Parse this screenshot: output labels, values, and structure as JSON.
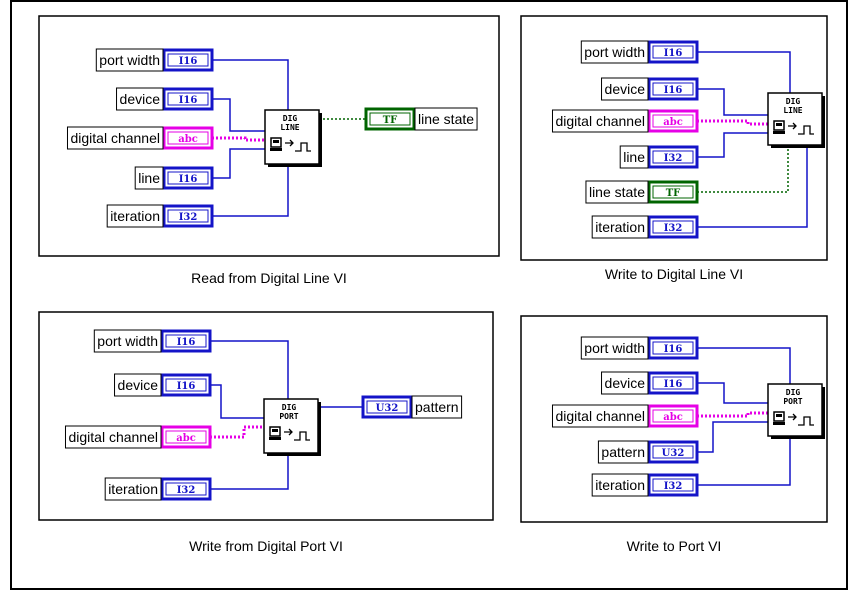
{
  "figure": {
    "panels": [
      {
        "caption": "Read from Digital Line VI",
        "icon": [
          "DIG",
          "LINE"
        ],
        "icon_glyph": "read-line-icon",
        "inputs": [
          {
            "label": "port width",
            "type": "I16"
          },
          {
            "label": "device",
            "type": "I16"
          },
          {
            "label": "digital channel",
            "type": "abc"
          },
          {
            "label": "line",
            "type": "I16"
          },
          {
            "label": "iteration",
            "type": "I32"
          }
        ],
        "output": {
          "label": "line state",
          "type": "TF"
        }
      },
      {
        "caption": "Write to Digital Line VI",
        "icon": [
          "DIG",
          "LINE"
        ],
        "icon_glyph": "write-line-icon",
        "inputs": [
          {
            "label": "port width",
            "type": "I16"
          },
          {
            "label": "device",
            "type": "I16"
          },
          {
            "label": "digital channel",
            "type": "abc"
          },
          {
            "label": "line",
            "type": "I32"
          },
          {
            "label": "line state",
            "type": "TF"
          },
          {
            "label": "iteration",
            "type": "I32"
          }
        ]
      },
      {
        "caption": "Write from Digital Port VI",
        "icon": [
          "DIG",
          "PORT"
        ],
        "icon_glyph": "read-port-icon",
        "inputs": [
          {
            "label": "port width",
            "type": "I16"
          },
          {
            "label": "device",
            "type": "I16"
          },
          {
            "label": "digital channel",
            "type": "abc"
          },
          {
            "label": "iteration",
            "type": "I32"
          }
        ],
        "output": {
          "label": "pattern",
          "type": "U32"
        }
      },
      {
        "caption": "Write to Port VI",
        "icon": [
          "DIG",
          "PORT"
        ],
        "icon_glyph": "write-port-icon",
        "inputs": [
          {
            "label": "port width",
            "type": "I16"
          },
          {
            "label": "device",
            "type": "I16"
          },
          {
            "label": "digital channel",
            "type": "abc"
          },
          {
            "label": "pattern",
            "type": "U32"
          },
          {
            "label": "iteration",
            "type": "I32"
          }
        ]
      }
    ],
    "colors": {
      "integer": "#1414c8",
      "string": "#e600e6",
      "boolean": "#006400",
      "wire": "#1414c8"
    }
  }
}
